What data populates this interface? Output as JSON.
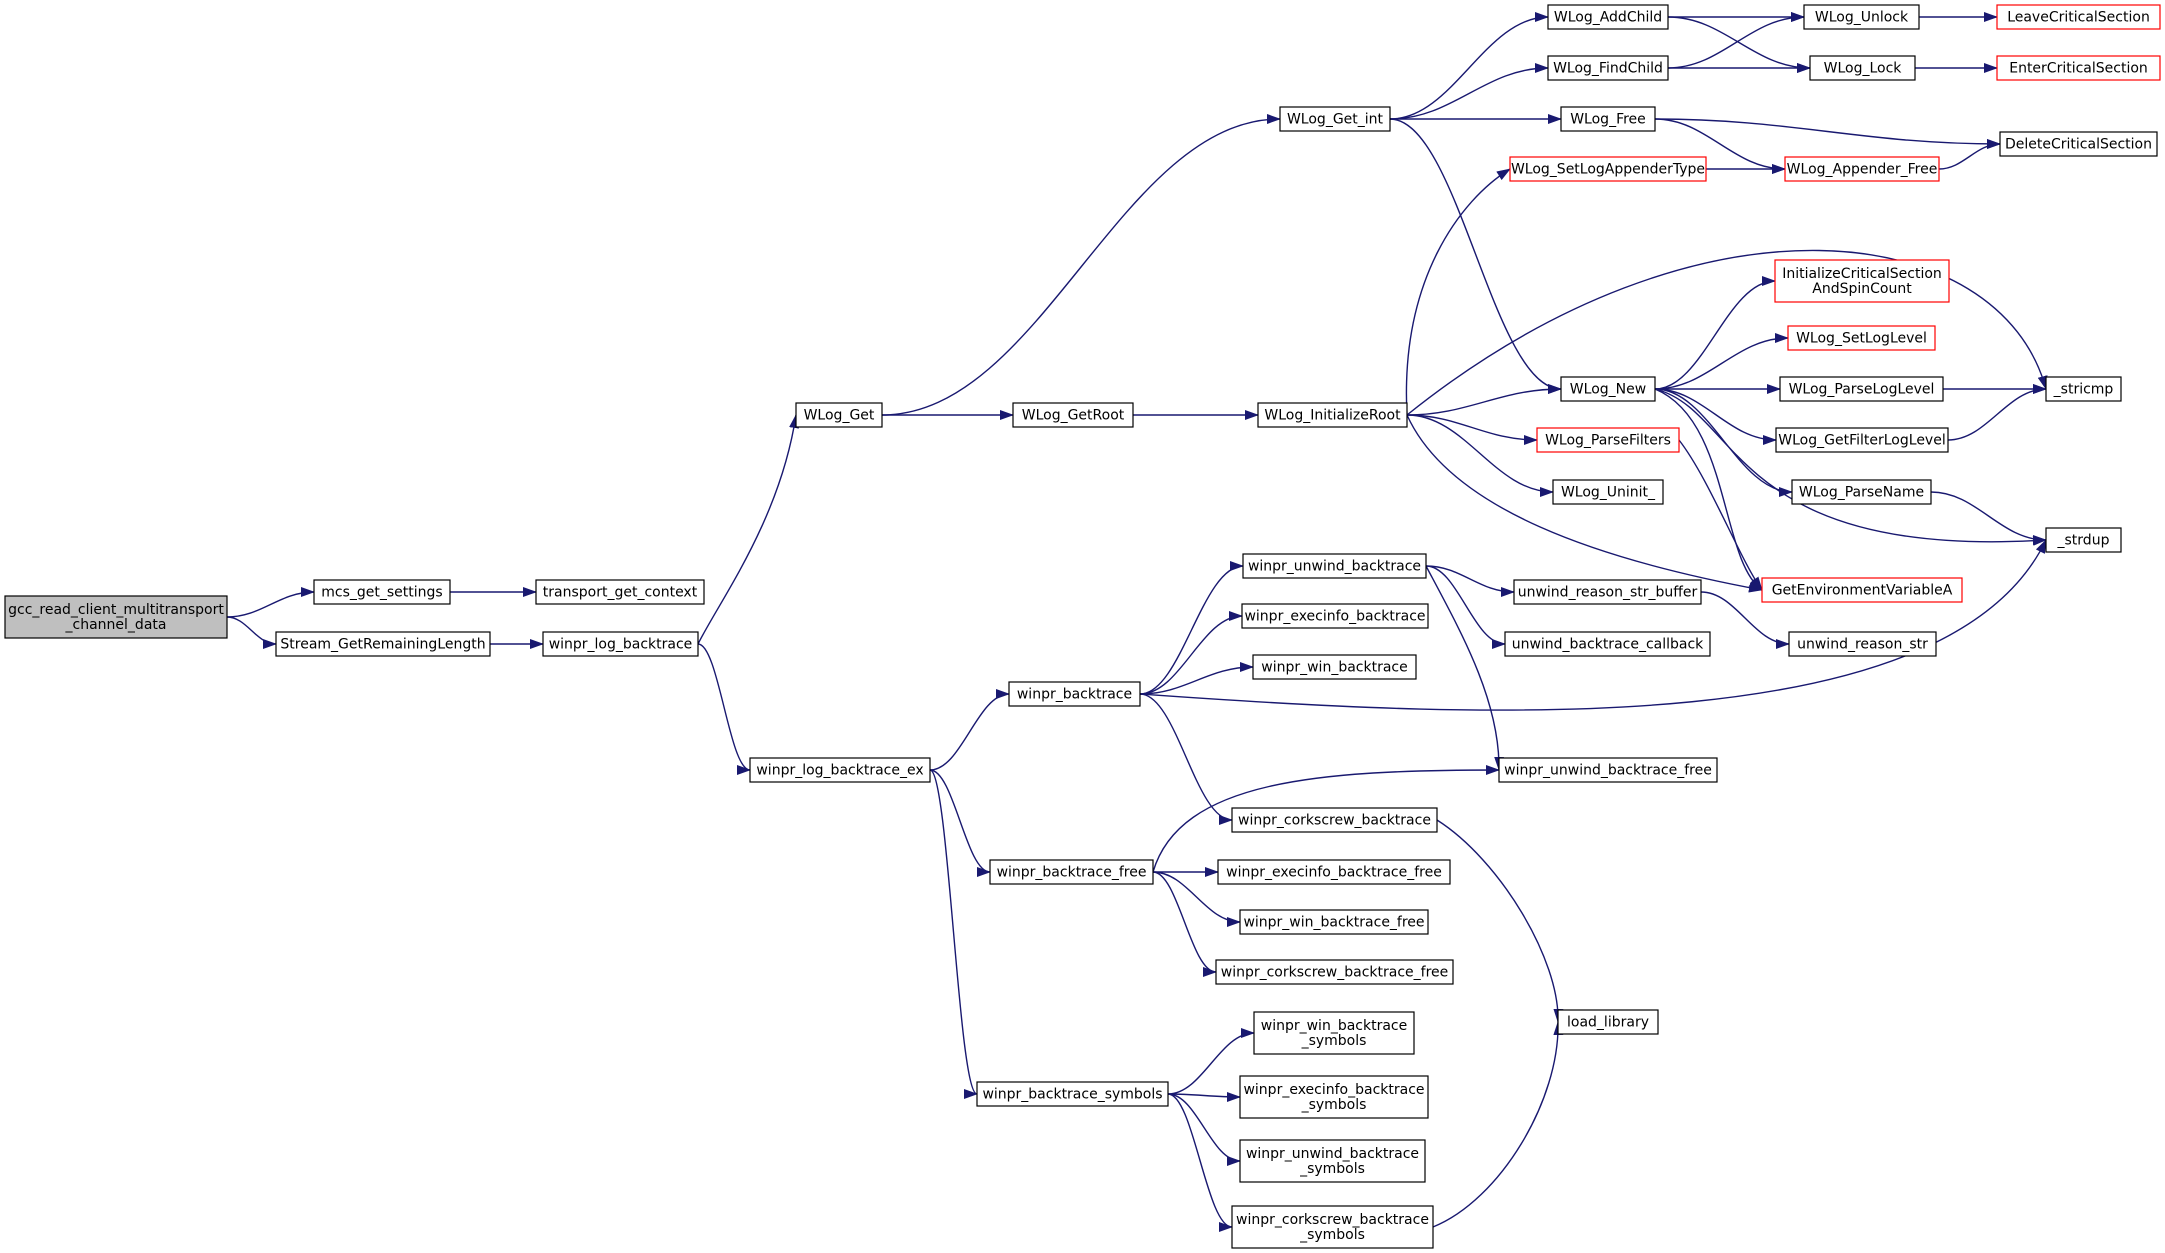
{
  "graph": {
    "colors": {
      "edge": "#191970",
      "node_border": "#000000",
      "node_border_truncated": "#ff0000",
      "node_fill": "#ffffff",
      "root_fill": "#bfbfbf",
      "text": "#000000"
    },
    "nodes": [
      {
        "id": "root",
        "lines": [
          "gcc_read_client_multitransport",
          "_channel_data"
        ],
        "kind": "root"
      },
      {
        "id": "mcs_get_settings",
        "lines": [
          "mcs_get_settings"
        ],
        "kind": "normal"
      },
      {
        "id": "transport_get_context",
        "lines": [
          "transport_get_context"
        ],
        "kind": "normal"
      },
      {
        "id": "stream_getremaininglength",
        "lines": [
          "Stream_GetRemainingLength"
        ],
        "kind": "normal"
      },
      {
        "id": "winpr_log_backtrace",
        "lines": [
          "winpr_log_backtrace"
        ],
        "kind": "normal"
      },
      {
        "id": "wlog_get",
        "lines": [
          "WLog_Get"
        ],
        "kind": "normal"
      },
      {
        "id": "wlog_getroot",
        "lines": [
          "WLog_GetRoot"
        ],
        "kind": "normal"
      },
      {
        "id": "wlog_initializeroot",
        "lines": [
          "WLog_InitializeRoot"
        ],
        "kind": "normal"
      },
      {
        "id": "wlog_get_int",
        "lines": [
          "WLog_Get_int"
        ],
        "kind": "normal"
      },
      {
        "id": "wlog_addchild",
        "lines": [
          "WLog_AddChild"
        ],
        "kind": "normal"
      },
      {
        "id": "wlog_findchild",
        "lines": [
          "WLog_FindChild"
        ],
        "kind": "normal"
      },
      {
        "id": "wlog_free",
        "lines": [
          "WLog_Free"
        ],
        "kind": "normal"
      },
      {
        "id": "wlog_unlock",
        "lines": [
          "WLog_Unlock"
        ],
        "kind": "normal"
      },
      {
        "id": "wlog_lock",
        "lines": [
          "WLog_Lock"
        ],
        "kind": "normal"
      },
      {
        "id": "leavecriticalsection",
        "lines": [
          "LeaveCriticalSection"
        ],
        "kind": "truncated"
      },
      {
        "id": "entercriticalsection",
        "lines": [
          "EnterCriticalSection"
        ],
        "kind": "truncated"
      },
      {
        "id": "deletecriticalsection",
        "lines": [
          "DeleteCriticalSection"
        ],
        "kind": "normal"
      },
      {
        "id": "wlog_setlogappendertype",
        "lines": [
          "WLog_SetLogAppenderType"
        ],
        "kind": "truncated"
      },
      {
        "id": "wlog_appender_free",
        "lines": [
          "WLog_Appender_Free"
        ],
        "kind": "truncated"
      },
      {
        "id": "initializecs",
        "lines": [
          "InitializeCriticalSection",
          "AndSpinCount"
        ],
        "kind": "truncated"
      },
      {
        "id": "wlog_setloglevel",
        "lines": [
          "WLog_SetLogLevel"
        ],
        "kind": "truncated"
      },
      {
        "id": "wlog_new",
        "lines": [
          "WLog_New"
        ],
        "kind": "normal"
      },
      {
        "id": "wlog_parseloglevel",
        "lines": [
          "WLog_ParseLogLevel"
        ],
        "kind": "normal"
      },
      {
        "id": "stricmp",
        "lines": [
          "_stricmp"
        ],
        "kind": "normal"
      },
      {
        "id": "wlog_parsefilters",
        "lines": [
          "WLog_ParseFilters"
        ],
        "kind": "truncated"
      },
      {
        "id": "wlog_getfilterloglevel",
        "lines": [
          "WLog_GetFilterLogLevel"
        ],
        "kind": "normal"
      },
      {
        "id": "wlog_uninit",
        "lines": [
          "WLog_Uninit_"
        ],
        "kind": "normal"
      },
      {
        "id": "wlog_parsename",
        "lines": [
          "WLog_ParseName"
        ],
        "kind": "normal"
      },
      {
        "id": "strdup",
        "lines": [
          "_strdup"
        ],
        "kind": "normal"
      },
      {
        "id": "getenvironmentvariablea",
        "lines": [
          "GetEnvironmentVariableA"
        ],
        "kind": "truncated"
      },
      {
        "id": "winpr_unwind_backtrace",
        "lines": [
          "winpr_unwind_backtrace"
        ],
        "kind": "normal"
      },
      {
        "id": "unwind_reason_str_buffer",
        "lines": [
          "unwind_reason_str_buffer"
        ],
        "kind": "normal"
      },
      {
        "id": "winpr_execinfo_backtrace",
        "lines": [
          "winpr_execinfo_backtrace"
        ],
        "kind": "normal"
      },
      {
        "id": "unwind_backtrace_callback",
        "lines": [
          "unwind_backtrace_callback"
        ],
        "kind": "normal"
      },
      {
        "id": "unwind_reason_str",
        "lines": [
          "unwind_reason_str"
        ],
        "kind": "normal"
      },
      {
        "id": "winpr_win_backtrace",
        "lines": [
          "winpr_win_backtrace"
        ],
        "kind": "normal"
      },
      {
        "id": "winpr_backtrace",
        "lines": [
          "winpr_backtrace"
        ],
        "kind": "normal"
      },
      {
        "id": "winpr_log_backtrace_ex",
        "lines": [
          "winpr_log_backtrace_ex"
        ],
        "kind": "normal"
      },
      {
        "id": "winpr_unwind_backtrace_free",
        "lines": [
          "winpr_unwind_backtrace_free"
        ],
        "kind": "normal"
      },
      {
        "id": "winpr_corkscrew_backtrace",
        "lines": [
          "winpr_corkscrew_backtrace"
        ],
        "kind": "normal"
      },
      {
        "id": "winpr_backtrace_free",
        "lines": [
          "winpr_backtrace_free"
        ],
        "kind": "normal"
      },
      {
        "id": "winpr_execinfo_backtrace_free",
        "lines": [
          "winpr_execinfo_backtrace_free"
        ],
        "kind": "normal"
      },
      {
        "id": "winpr_win_backtrace_free",
        "lines": [
          "winpr_win_backtrace_free"
        ],
        "kind": "normal"
      },
      {
        "id": "winpr_corkscrew_backtrace_free",
        "lines": [
          "winpr_corkscrew_backtrace_free"
        ],
        "kind": "normal"
      },
      {
        "id": "load_library",
        "lines": [
          "load_library"
        ],
        "kind": "normal"
      },
      {
        "id": "winpr_win_backtrace_symbols",
        "lines": [
          "winpr_win_backtrace",
          "_symbols"
        ],
        "kind": "normal"
      },
      {
        "id": "winpr_backtrace_symbols",
        "lines": [
          "winpr_backtrace_symbols"
        ],
        "kind": "normal"
      },
      {
        "id": "winpr_execinfo_backtrace_symbols",
        "lines": [
          "winpr_execinfo_backtrace",
          "_symbols"
        ],
        "kind": "normal"
      },
      {
        "id": "winpr_unwind_backtrace_symbols",
        "lines": [
          "winpr_unwind_backtrace",
          "_symbols"
        ],
        "kind": "normal"
      },
      {
        "id": "winpr_corkscrew_backtrace_symbols",
        "lines": [
          "winpr_corkscrew_backtrace",
          "_symbols"
        ],
        "kind": "normal"
      }
    ],
    "edges": [
      [
        "root",
        "mcs_get_settings"
      ],
      [
        "root",
        "stream_getremaininglength"
      ],
      [
        "mcs_get_settings",
        "transport_get_context"
      ],
      [
        "stream_getremaininglength",
        "winpr_log_backtrace"
      ],
      [
        "winpr_log_backtrace",
        "wlog_get"
      ],
      [
        "winpr_log_backtrace",
        "winpr_log_backtrace_ex"
      ],
      [
        "wlog_get",
        "wlog_get_int"
      ],
      [
        "wlog_get",
        "wlog_getroot"
      ],
      [
        "wlog_getroot",
        "wlog_initializeroot"
      ],
      [
        "wlog_get_int",
        "wlog_addchild"
      ],
      [
        "wlog_get_int",
        "wlog_findchild"
      ],
      [
        "wlog_get_int",
        "wlog_free"
      ],
      [
        "wlog_get_int",
        "wlog_new"
      ],
      [
        "wlog_addchild",
        "wlog_unlock"
      ],
      [
        "wlog_addchild",
        "wlog_lock"
      ],
      [
        "wlog_findchild",
        "wlog_unlock"
      ],
      [
        "wlog_findchild",
        "wlog_lock"
      ],
      [
        "wlog_unlock",
        "leavecriticalsection"
      ],
      [
        "wlog_lock",
        "entercriticalsection"
      ],
      [
        "wlog_free",
        "deletecriticalsection"
      ],
      [
        "wlog_free",
        "wlog_appender_free"
      ],
      [
        "wlog_setlogappendertype",
        "wlog_appender_free"
      ],
      [
        "wlog_appender_free",
        "deletecriticalsection"
      ],
      [
        "wlog_initializeroot",
        "wlog_setlogappendertype"
      ],
      [
        "wlog_initializeroot",
        "stricmp"
      ],
      [
        "wlog_initializeroot",
        "wlog_new"
      ],
      [
        "wlog_initializeroot",
        "wlog_parsefilters"
      ],
      [
        "wlog_initializeroot",
        "wlog_uninit"
      ],
      [
        "wlog_initializeroot",
        "getenvironmentvariablea"
      ],
      [
        "wlog_new",
        "initializecs"
      ],
      [
        "wlog_new",
        "wlog_setloglevel"
      ],
      [
        "wlog_new",
        "wlog_parseloglevel"
      ],
      [
        "wlog_new",
        "wlog_getfilterloglevel"
      ],
      [
        "wlog_new",
        "wlog_parsename"
      ],
      [
        "wlog_new",
        "strdup"
      ],
      [
        "wlog_new",
        "getenvironmentvariablea"
      ],
      [
        "wlog_parseloglevel",
        "stricmp"
      ],
      [
        "wlog_getfilterloglevel",
        "stricmp"
      ],
      [
        "wlog_parsename",
        "strdup"
      ],
      [
        "wlog_parsefilters",
        "getenvironmentvariablea"
      ],
      [
        "winpr_log_backtrace_ex",
        "winpr_backtrace"
      ],
      [
        "winpr_log_backtrace_ex",
        "winpr_backtrace_free"
      ],
      [
        "winpr_log_backtrace_ex",
        "winpr_backtrace_symbols"
      ],
      [
        "winpr_backtrace",
        "winpr_unwind_backtrace"
      ],
      [
        "winpr_backtrace",
        "winpr_execinfo_backtrace"
      ],
      [
        "winpr_backtrace",
        "winpr_win_backtrace"
      ],
      [
        "winpr_backtrace",
        "winpr_corkscrew_backtrace"
      ],
      [
        "winpr_backtrace",
        "strdup"
      ],
      [
        "winpr_unwind_backtrace",
        "unwind_reason_str_buffer"
      ],
      [
        "winpr_unwind_backtrace",
        "unwind_backtrace_callback"
      ],
      [
        "winpr_unwind_backtrace",
        "winpr_unwind_backtrace_free"
      ],
      [
        "unwind_reason_str_buffer",
        "unwind_reason_str"
      ],
      [
        "winpr_corkscrew_backtrace",
        "load_library"
      ],
      [
        "winpr_backtrace_free",
        "winpr_unwind_backtrace_free"
      ],
      [
        "winpr_backtrace_free",
        "winpr_execinfo_backtrace_free"
      ],
      [
        "winpr_backtrace_free",
        "winpr_win_backtrace_free"
      ],
      [
        "winpr_backtrace_free",
        "winpr_corkscrew_backtrace_free"
      ],
      [
        "winpr_backtrace_symbols",
        "winpr_win_backtrace_symbols"
      ],
      [
        "winpr_backtrace_symbols",
        "winpr_execinfo_backtrace_symbols"
      ],
      [
        "winpr_backtrace_symbols",
        "winpr_unwind_backtrace_symbols"
      ],
      [
        "winpr_backtrace_symbols",
        "winpr_corkscrew_backtrace_symbols"
      ],
      [
        "winpr_corkscrew_backtrace_symbols",
        "load_library"
      ]
    ]
  }
}
